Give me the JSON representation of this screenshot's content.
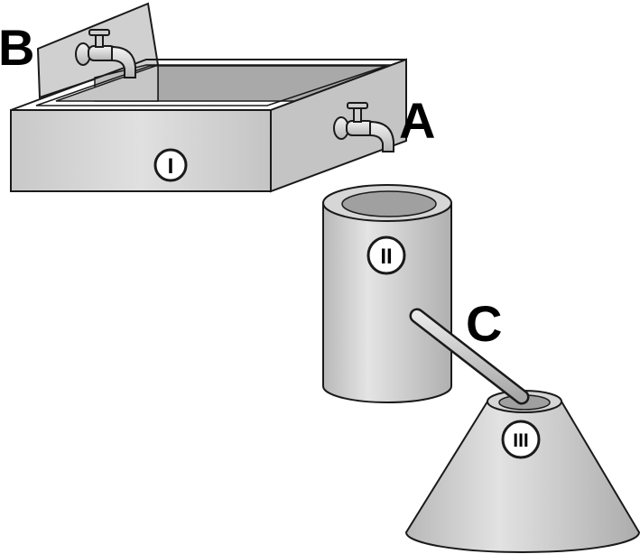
{
  "labels": {
    "tap_a": "A",
    "tap_b": "B",
    "pipe_c": "C"
  },
  "containers": {
    "tank_1": "I",
    "cylinder_2": "II",
    "cone_3": "III"
  },
  "colors": {
    "outline": "#1a1a1a",
    "fill_light": "#d2d2d2",
    "fill_mid": "#bdbdbd",
    "fill_dark": "#a9a9a9",
    "badge_fill": "#ffffff"
  },
  "icons": {
    "tap_a": "water-tap-icon",
    "tap_b": "water-tap-icon"
  }
}
